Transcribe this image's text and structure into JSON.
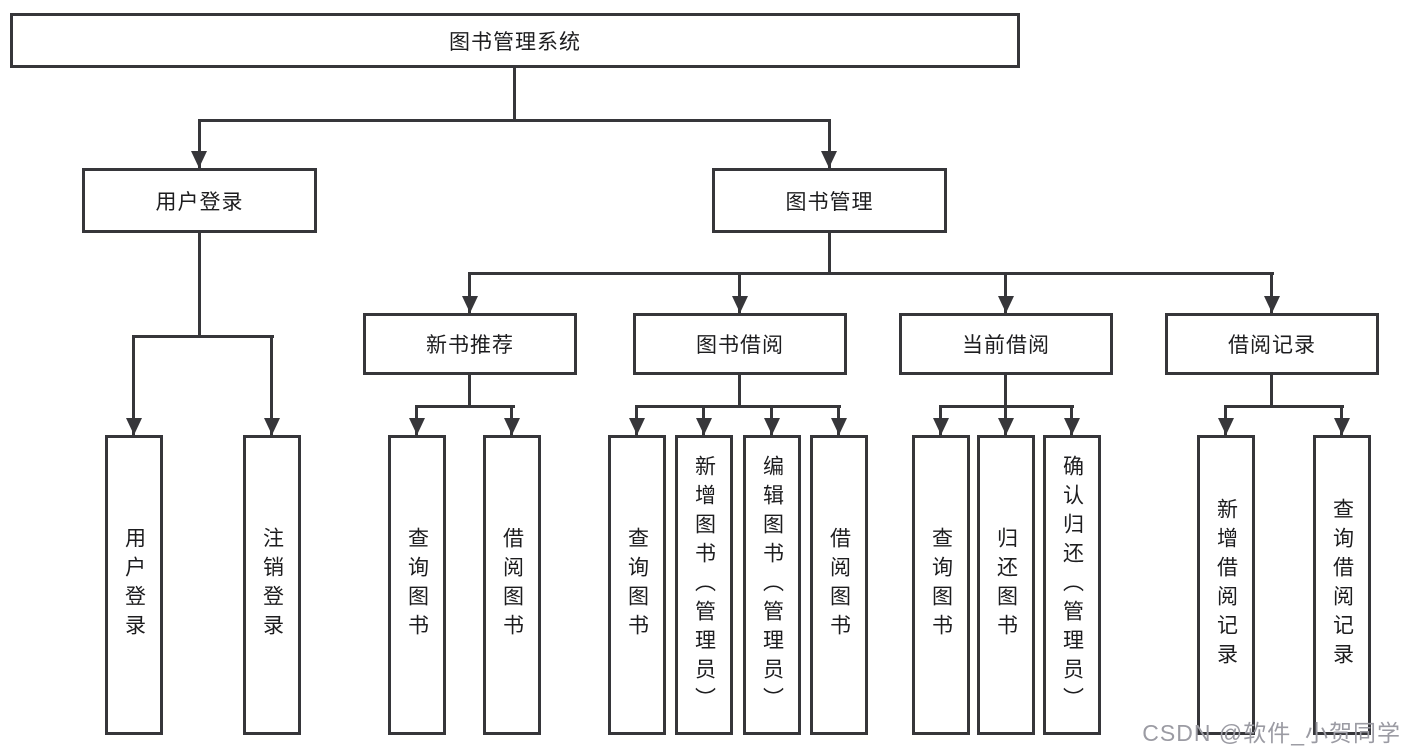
{
  "diagram_title": "图书管理系统",
  "root": {
    "label": "图书管理系统"
  },
  "level2": [
    {
      "label": "用户登录",
      "parent": "图书管理系统"
    },
    {
      "label": "图书管理",
      "parent": "图书管理系统"
    }
  ],
  "level3": [
    {
      "label": "新书推荐",
      "parent": "图书管理"
    },
    {
      "label": "图书借阅",
      "parent": "图书管理"
    },
    {
      "label": "当前借阅",
      "parent": "图书管理"
    },
    {
      "label": "借阅记录",
      "parent": "图书管理"
    }
  ],
  "level4": [
    {
      "label": "用户登录",
      "parent": "用户登录"
    },
    {
      "label": "注销登录",
      "parent": "用户登录"
    },
    {
      "label": "查询图书",
      "parent": "新书推荐"
    },
    {
      "label": "借阅图书",
      "parent": "新书推荐"
    },
    {
      "label": "查询图书",
      "parent": "图书借阅"
    },
    {
      "label": "新增图书（管理员）",
      "parent": "图书借阅"
    },
    {
      "label": "编辑图书（管理员）",
      "parent": "图书借阅"
    },
    {
      "label": "借阅图书",
      "parent": "图书借阅"
    },
    {
      "label": "查询图书",
      "parent": "当前借阅"
    },
    {
      "label": "归还图书",
      "parent": "当前借阅"
    },
    {
      "label": "确认归还（管理员）",
      "parent": "当前借阅"
    },
    {
      "label": "新增借阅记录",
      "parent": "借阅记录"
    },
    {
      "label": "查询借阅记录",
      "parent": "借阅记录"
    }
  ],
  "watermark": {
    "text": "CSDN @软件_小贺同学"
  },
  "colors": {
    "line": "#36363a",
    "text": "#1d1d1f",
    "background": "#ffffff",
    "watermark": "#9b9ba3"
  }
}
